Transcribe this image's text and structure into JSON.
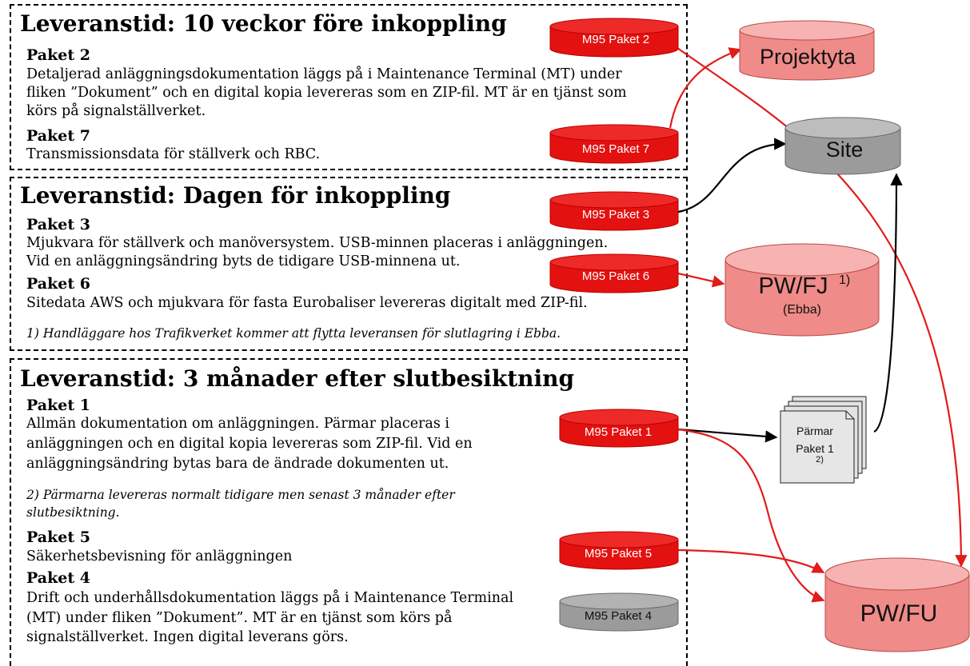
{
  "sections": [
    {
      "heading": "Leveranstid: 10 veckor före inkoppling",
      "packages": [
        {
          "title": "Paket 2",
          "lines": [
            "Detaljerad anläggningsdokumentation läggs på i Maintenance Terminal (MT) under",
            "fliken ”Dokument” och en digital kopia levereras som en ZIP-fil. MT är en tjänst som",
            "körs på signalställverket."
          ]
        },
        {
          "title": "Paket 7",
          "lines": [
            "Transmissionsdata för ställverk och RBC."
          ]
        }
      ]
    },
    {
      "heading": "Leveranstid: Dagen för inkoppling",
      "packages": [
        {
          "title": "Paket 3",
          "lines": [
            "Mjukvara för ställverk och manöversystem. USB-minnen placeras i anläggningen.",
            "Vid en anläggningsändring byts de tidigare USB-minnena ut."
          ]
        },
        {
          "title": "Paket 6",
          "lines": [
            "Sitedata AWS och mjukvara för fasta Eurobaliser levereras digitalt med ZIP-fil."
          ]
        }
      ],
      "note": "1) Handläggare hos Trafikverket kommer att flytta leveransen för slutlagring i Ebba."
    },
    {
      "heading": "Leveranstid: 3 månader efter slutbesiktning",
      "packages": [
        {
          "title": "Paket 1",
          "lines": [
            "Allmän dokumentation om anläggningen. Pärmar placeras i",
            "anläggningen och en digital kopia levereras som ZIP-fil. Vid en",
            "anläggningsändring bytas bara de ändrade dokumenten ut."
          ]
        },
        {
          "title": "Paket 5",
          "lines": [
            "Säkerhetsbevisning för anläggningen"
          ]
        },
        {
          "title": "Paket 4",
          "lines": [
            "Drift och underhållsdokumentation läggs på i Maintenance Terminal",
            "(MT) under fliken ”Dokument”. MT är en tjänst som körs på",
            "signalställverket. Ingen digital leverans görs."
          ]
        }
      ],
      "note_lines": [
        "2) Pärmarna levereras normalt tidigare men senast 3 månader efter",
        "slutbesiktning."
      ]
    }
  ],
  "packages": {
    "p2": "M95 Paket 2",
    "p7": "M95 Paket 7",
    "p3": "M95 Paket 3",
    "p6": "M95 Paket 6",
    "p1": "M95 Paket 1",
    "p5": "M95 Paket 5",
    "p4": "M95 Paket 4"
  },
  "targets": {
    "projektyta": "Projektyta",
    "site": "Site",
    "pwfj": "PW/FJ",
    "pwfj_sup": "1)",
    "pwfj_sub": "(Ebba)",
    "pwfu": "PW/FU"
  },
  "binder": {
    "line1": "Pärmar",
    "line2": "Paket 1",
    "sup": "2)"
  },
  "colors": {
    "red": "#e3110f",
    "pink": "#ef8b89",
    "gray": "#9b9b9b",
    "arrow_red": "#e21b1b"
  }
}
